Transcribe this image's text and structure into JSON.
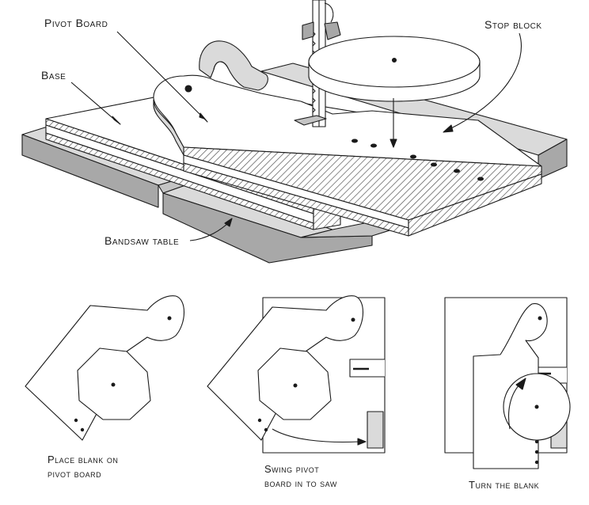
{
  "labels": {
    "pivot_board": "Pivot Board",
    "base": "Base",
    "stop_block": "Stop block",
    "bandsaw_table": "Bandsaw table"
  },
  "captions": {
    "step1_line1": "Place blank on",
    "step1_line2": "pivot board",
    "step2_line1": "Swing pivot",
    "step2_line2": "board in to saw",
    "step3": "Turn the blank"
  },
  "colors": {
    "line": "#1a1a1a",
    "gray_dark": "#a8a8a8",
    "gray_mid": "#c4c4c4",
    "gray_light": "#dadada",
    "white": "#ffffff"
  }
}
